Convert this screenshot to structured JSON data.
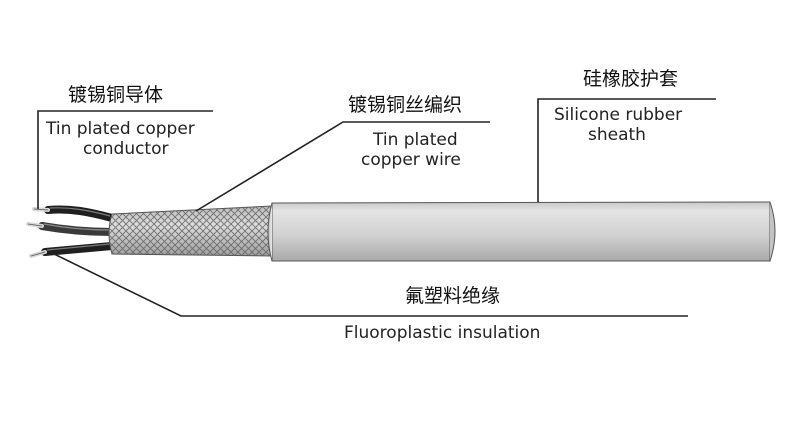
{
  "labels": {
    "conductor": {
      "zh": "镀锡铜导体",
      "en_line1": "Tin plated copper",
      "en_line2": "conductor"
    },
    "braid": {
      "zh": "镀锡铜丝编织",
      "en_line1": "Tin plated",
      "en_line2": "copper wire"
    },
    "sheath": {
      "zh": "硅橡胶护套",
      "en_line1": "Silicone rubber",
      "en_line2": "sheath"
    },
    "insulation": {
      "zh": "氟塑料绝缘",
      "en": "Fluoroplastic insulation"
    }
  },
  "colors": {
    "sheath_light": "#d9d9d9",
    "sheath_dark": "#9a9a9a",
    "braid_fill": "#cfcfcf",
    "braid_line": "#6a6a6a",
    "wire_insulation": "#2a2a2a",
    "wire_tip": "#e6e6e6",
    "leader_line": "#222222"
  }
}
